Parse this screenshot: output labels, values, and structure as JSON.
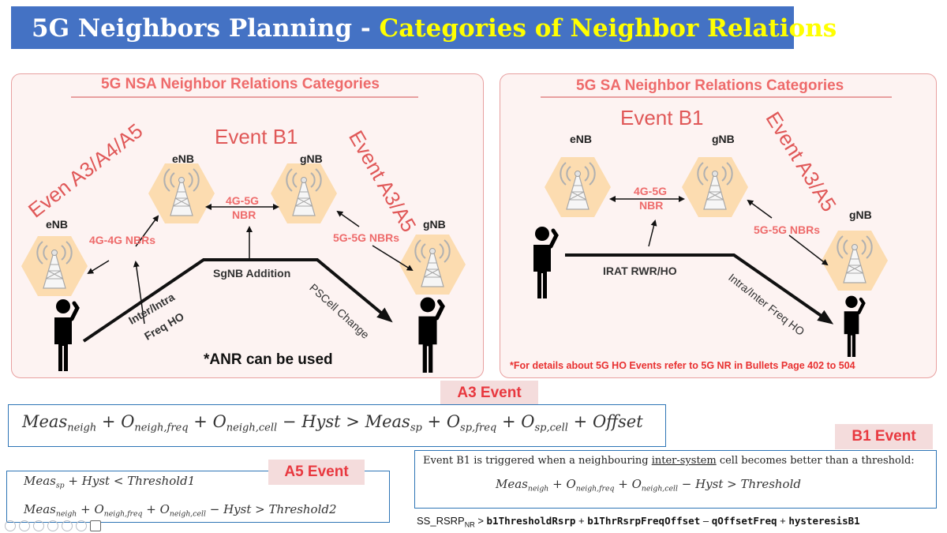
{
  "title": {
    "part1": "5G Neighbors Planning - ",
    "part2": "Categories of Neighbor Relations"
  },
  "nsa": {
    "heading": "5G NSA Neighbor Relations Categories",
    "event_left": "Even A3/A4/A5",
    "event_mid": "Event B1",
    "event_right": "Event A3/A5",
    "nodes": {
      "enb_left": "eNB",
      "enb_top": "eNB",
      "gnb_top": "gNB",
      "gnb_right": "gNB"
    },
    "relations": {
      "lte_lte": "4G-4G NBRs",
      "lte_nr_1": "4G-5G",
      "lte_nr_2": "NBR",
      "nr_nr": "5G-5G NBRs"
    },
    "paths": {
      "ho_1": "Inter/Intra",
      "ho_2": "Freq HO",
      "sgnb": "SgNB Addition",
      "pscell": "PSCell Change"
    },
    "anr_note": "*ANR can be used"
  },
  "sa": {
    "heading": "5G SA Neighbor Relations Categories",
    "event_mid": "Event B1",
    "event_right": "Event A3/A5",
    "nodes": {
      "enb": "eNB",
      "gnb_top": "gNB",
      "gnb_right": "gNB"
    },
    "relations": {
      "lte_nr_1": "4G-5G",
      "lte_nr_2": "NBR",
      "nr_nr": "5G-5G NBRs"
    },
    "paths": {
      "irat": "IRAT RWR/HO",
      "ho": "Intra/Inter Freq HO"
    },
    "details_note": "*For details about 5G HO Events refer to 5G NR in Bullets Page 402 to 504"
  },
  "a3": {
    "tag": "A3 Event",
    "t": {
      "meas": "Meas",
      "neigh": "neigh",
      "plus": "+",
      "minus": "−",
      "gt": ">",
      "lt": "<",
      "o": "O",
      "neigh_freq": "neigh,freq",
      "neigh_cell": "neigh,cell",
      "hyst": "Hyst",
      "sp": "sp",
      "sp_freq": "sp,freq",
      "sp_cell": "sp,cell",
      "offset": "Offset"
    }
  },
  "a5": {
    "tag": "A5 Event",
    "threshold1": "Threshold1",
    "threshold2": "Threshold2"
  },
  "b1": {
    "tag": "B1 Event",
    "text_1": "Event B1 is triggered when a neighbouring ",
    "text_u": "inter-system",
    "text_2": " cell becomes better than a threshold:",
    "threshold": "Threshold",
    "eq": {
      "lhs": "SS_RSRP",
      "lhs_sub": "NR",
      "gt": " > ",
      "t1": "b1ThresholdRsrp",
      "plus1": " + ",
      "t2": "b1ThrRsrpFreqOffset",
      "minus": " – ",
      "t3": "qOffsetFreq",
      "plus2": " + ",
      "t4": "hysteresisB1"
    }
  },
  "colors": {
    "title_bg": "#4472c4",
    "title_hl": "#ffff00",
    "accent_red": "#ee6b6b",
    "panel_bg": "#fdf3f2",
    "hex_fill": "#fcdcb0",
    "box_border": "#2e75b6"
  }
}
